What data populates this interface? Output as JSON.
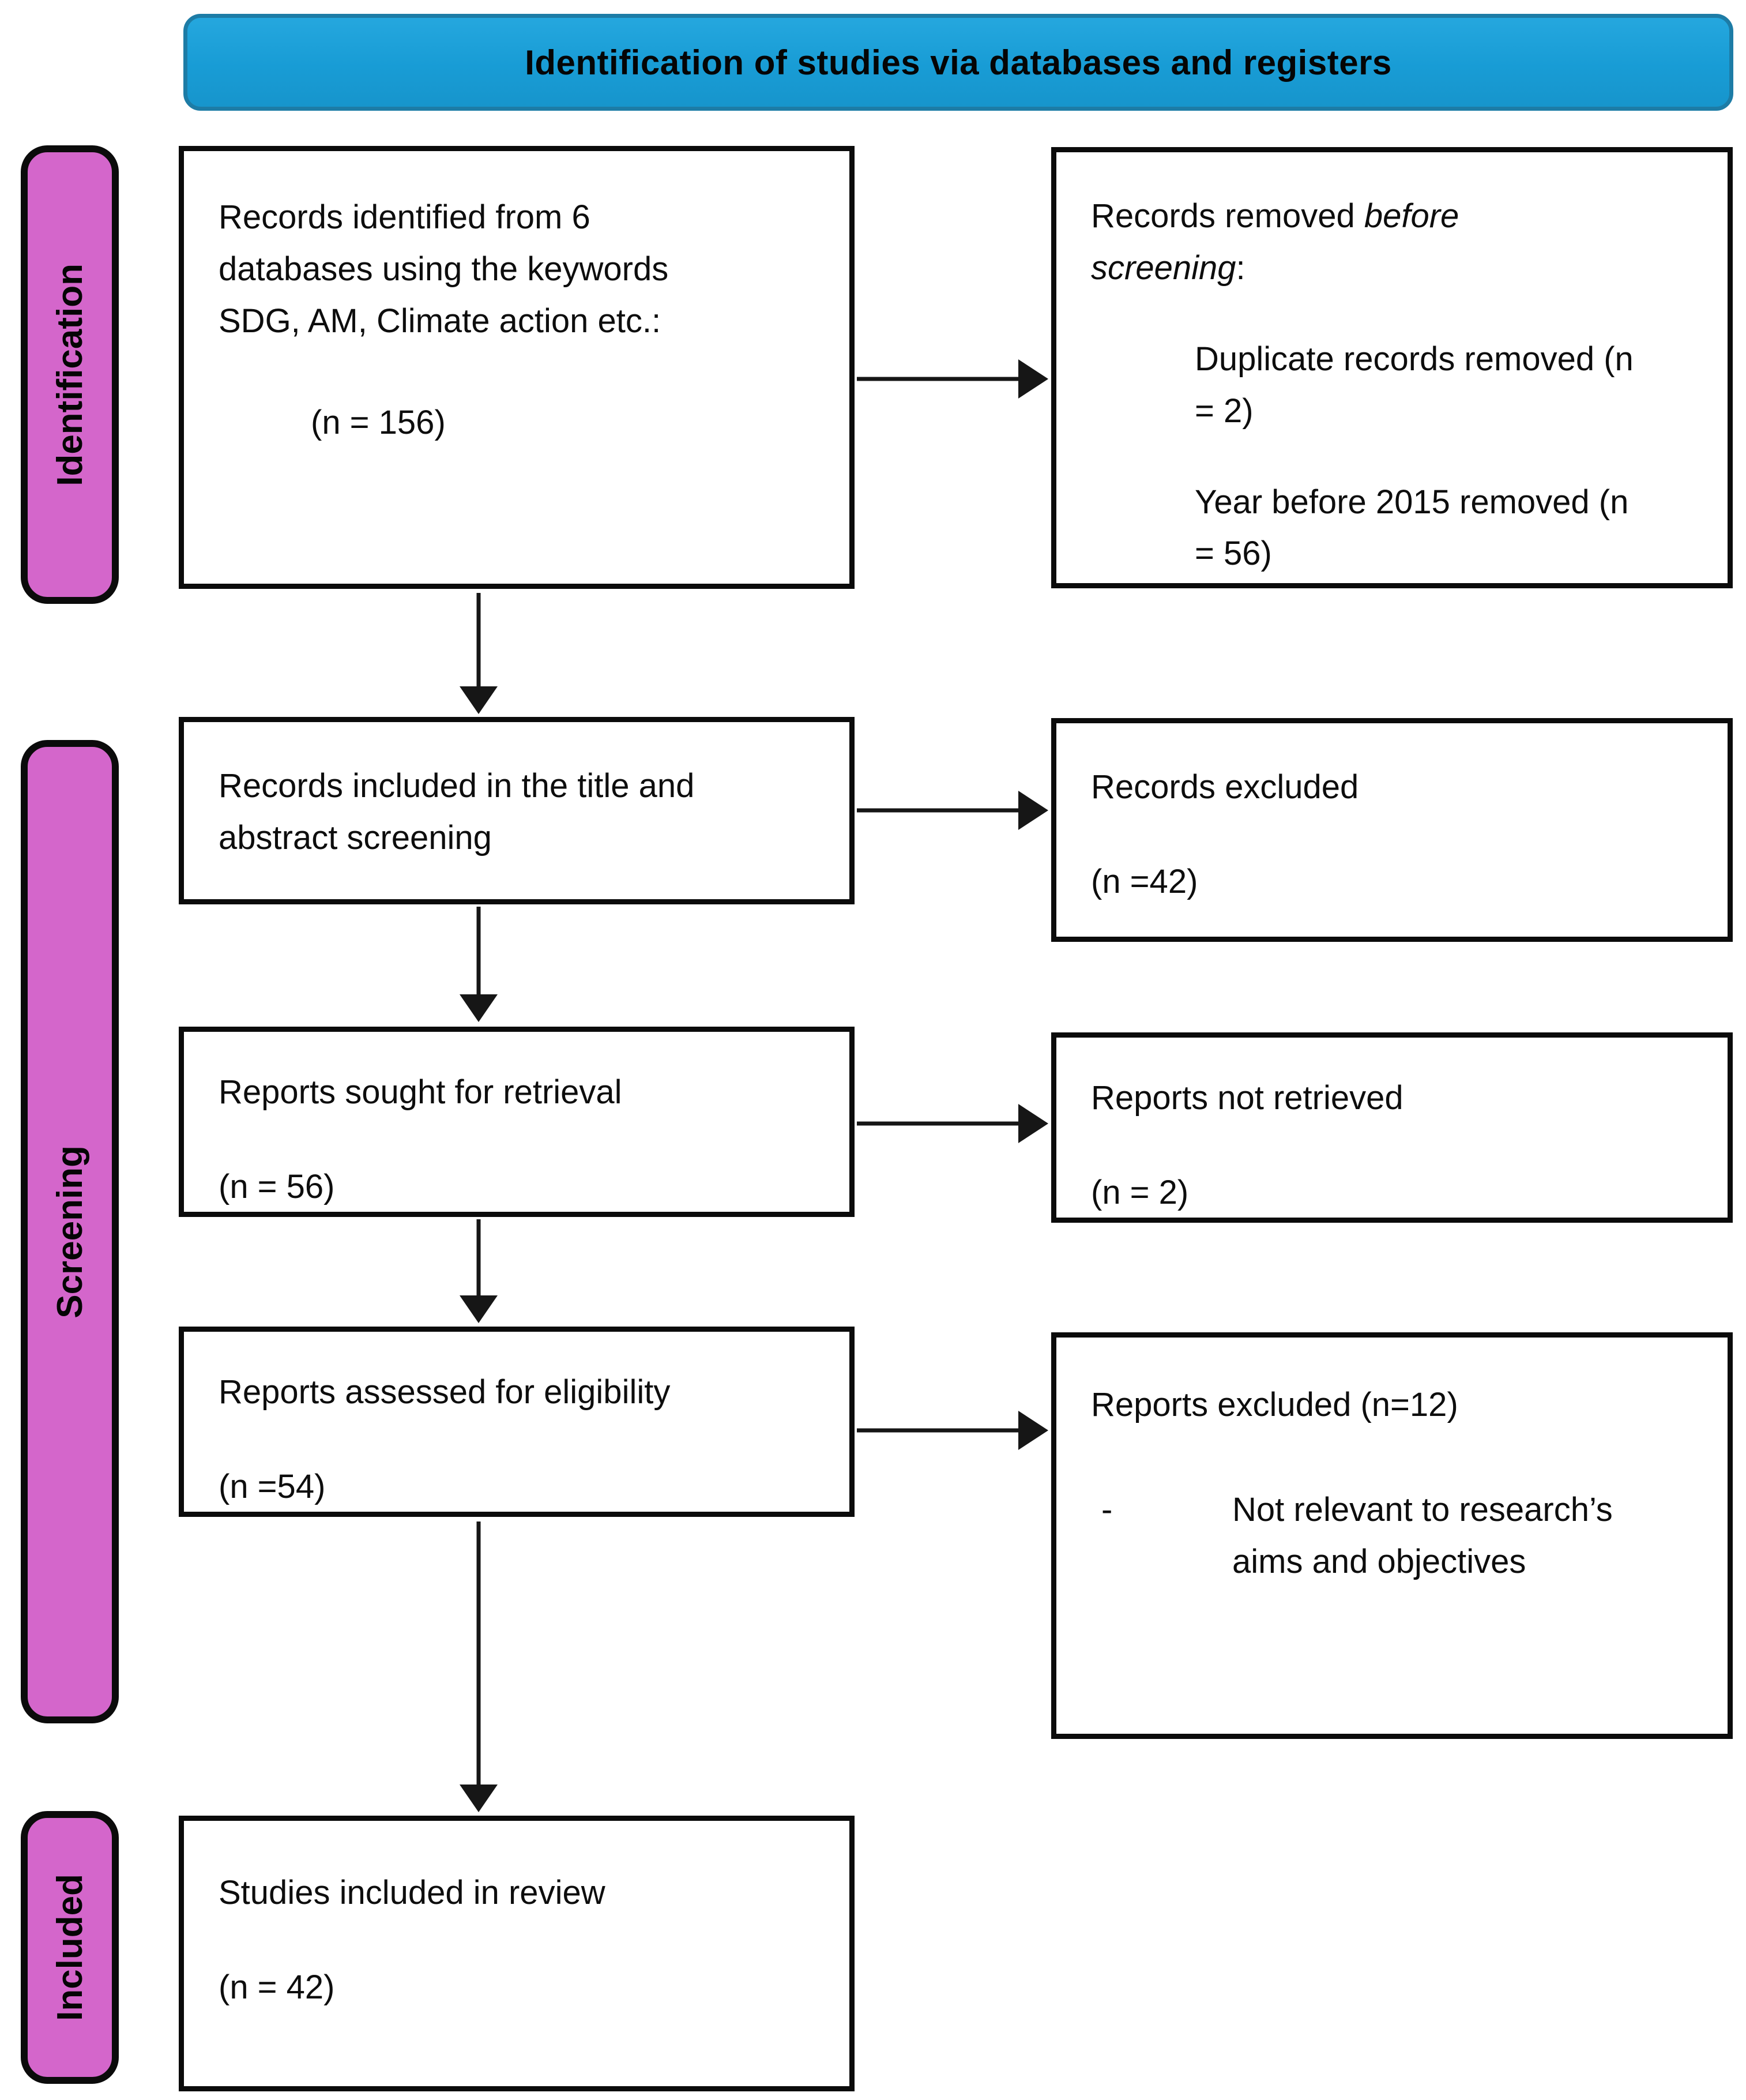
{
  "header": {
    "title": "Identification of studies via databases and registers"
  },
  "sidebar": {
    "identification": "Identification",
    "screening": "Screening",
    "included": "Included"
  },
  "colors": {
    "banner_blue": "#189cd5",
    "stage_pink": "#d466cb",
    "line_black": "#161616"
  },
  "boxes": {
    "records_identified": {
      "text": "Records identified from 6\ndatabases using the keywords\nSDG, AM, Climate action etc.:",
      "n": "(n = 156)"
    },
    "records_removed": {
      "lead": "Records removed ",
      "lead_italic": "before\nscreening",
      "colon": ":",
      "item1": "Duplicate records removed (n\n= 2)",
      "item2": "Year before 2015 removed (n\n= 56)"
    },
    "title_abstract_screening": {
      "text": "Records included in the title and\nabstract screening"
    },
    "records_excluded": {
      "text": "Records excluded",
      "n": "(n =42)"
    },
    "reports_sought": {
      "text": "Reports sought for retrieval",
      "n": "(n = 56)"
    },
    "reports_not_retrieved": {
      "text": "Reports not retrieved",
      "n": "(n = 2)"
    },
    "reports_assessed": {
      "text": "Reports assessed for eligibility",
      "n": "(n =54)"
    },
    "reports_excluded": {
      "title": "Reports excluded (n=12)",
      "bullet_dash": "-",
      "bullet_text": "Not relevant to research’s\naims and objectives"
    },
    "studies_included": {
      "text": "Studies included in review",
      "n": "(n = 42)"
    }
  }
}
